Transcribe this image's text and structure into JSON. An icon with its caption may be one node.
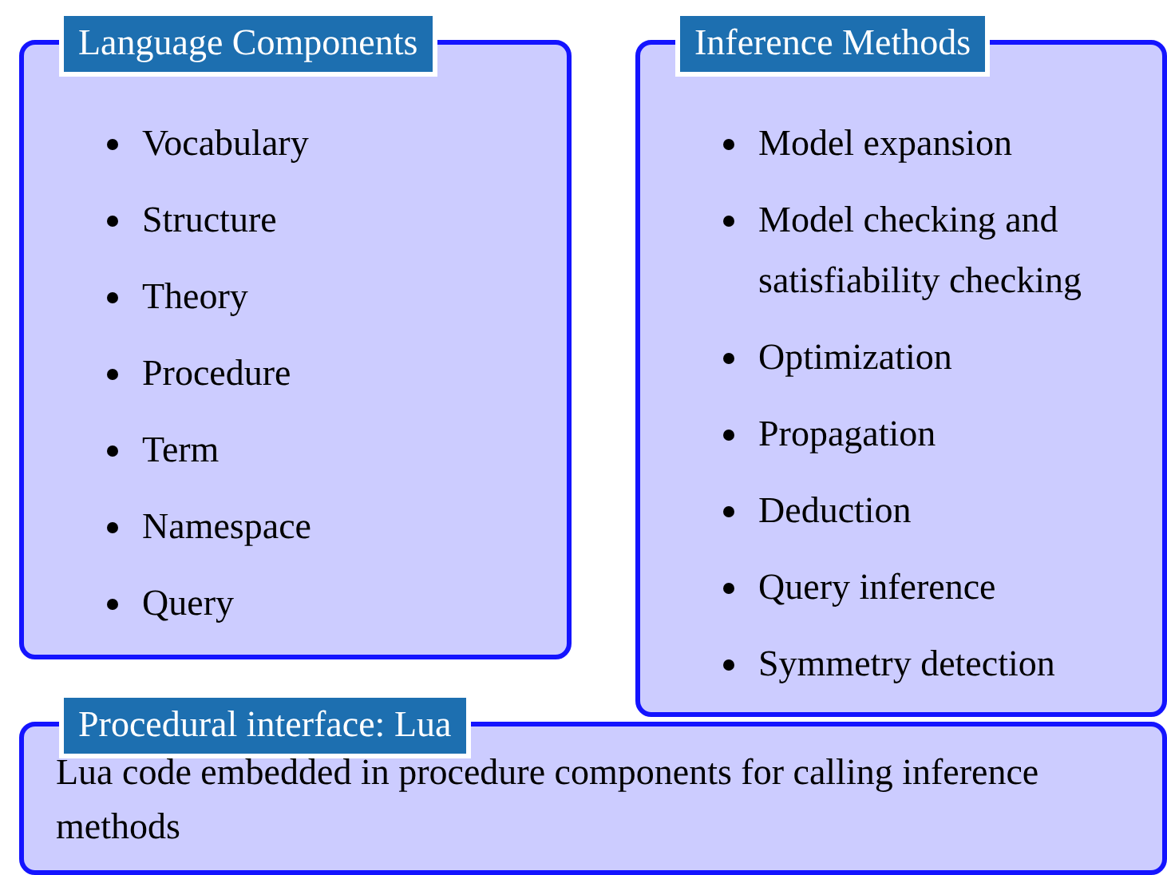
{
  "diagram": {
    "nodes": [
      {
        "text": [
          "Language Components",
          "Vocabulary",
          "Structure",
          "Theory",
          "Procedure",
          "Term",
          "Namespace",
          "Query"
        ]
      },
      {
        "text": [
          "Inference Methods",
          "Model expansion",
          "Model checking and satisfiability checking",
          "Optimization",
          "Propagation",
          "Deduction",
          "Query inference",
          "Symmetry detection"
        ]
      },
      {
        "text": [
          "Procedural interface: Lua",
          "Lua code embedded in procedure components for calling inference methods"
        ]
      }
    ]
  }
}
